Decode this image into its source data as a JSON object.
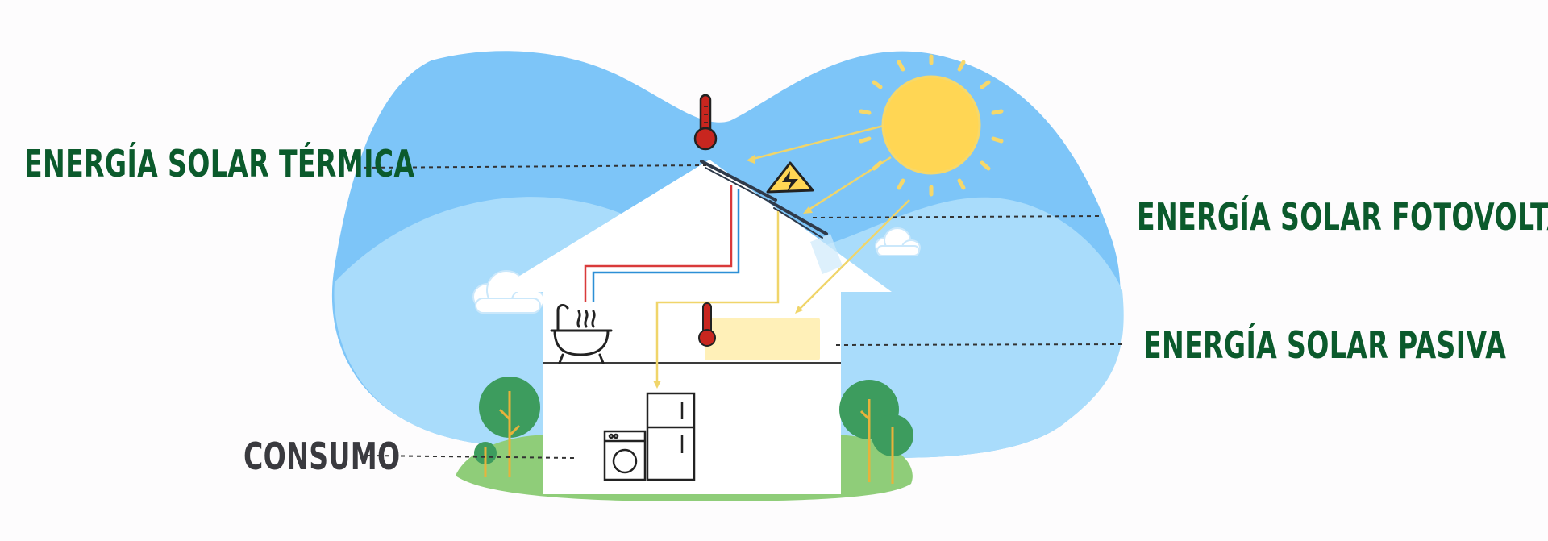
{
  "labels": {
    "thermal": "ENERGÍA SOLAR TÉRMICA",
    "photovoltaic": "ENERGÍA SOLAR FOTOVOLTAICA",
    "passive": "ENERGÍA SOLAR PASIVA",
    "consumption": "CONSUMO"
  },
  "colors": {
    "label_green": "#0b5a2c",
    "label_dark": "#3a3a3f",
    "sky_dark": "#7dc5f8",
    "sky_light": "#a9dcfb",
    "sun": "#ffd654",
    "sun_rays": "#f6d86a",
    "hot_pipe": "#d93a3a",
    "cold_pipe": "#2c8fd6",
    "energy_line": "#f0d56a",
    "thermometer": "#c8261f",
    "grass": "#8fcd79",
    "tree": "#3d9c5e",
    "trunk": "#e8b23b"
  },
  "icons": {
    "sun": "sun-icon",
    "thermometer": "thermometer-icon",
    "lightning": "lightning-warning-icon",
    "bathtub": "bathtub-icon",
    "washing_machine": "washing-machine-icon",
    "fridge": "fridge-icon"
  }
}
